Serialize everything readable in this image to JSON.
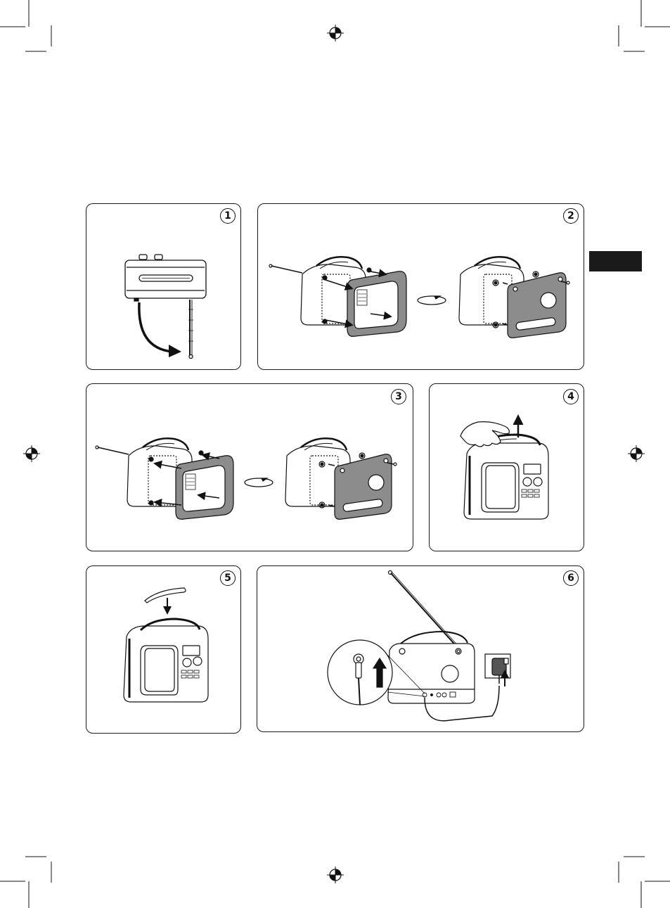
{
  "page": {
    "section_tab": "",
    "steps": [
      {
        "number": "1",
        "description": "extend-antenna"
      },
      {
        "number": "2",
        "description": "swap-front-panel"
      },
      {
        "number": "3",
        "description": "swap-rear-panel"
      },
      {
        "number": "4",
        "description": "lift-handle"
      },
      {
        "number": "5",
        "description": "fold-handle-down"
      },
      {
        "number": "6",
        "description": "connect-power-adapter"
      }
    ]
  },
  "colors": {
    "line": "#1a1a1a",
    "panel_fill": "#8c8c8c",
    "tab": "#1a1a1a",
    "background": "#ffffff"
  },
  "icons": [
    "registration-mark-icon",
    "rotate-icon",
    "arrow-icon",
    "hand-icon",
    "power-plug-icon"
  ]
}
